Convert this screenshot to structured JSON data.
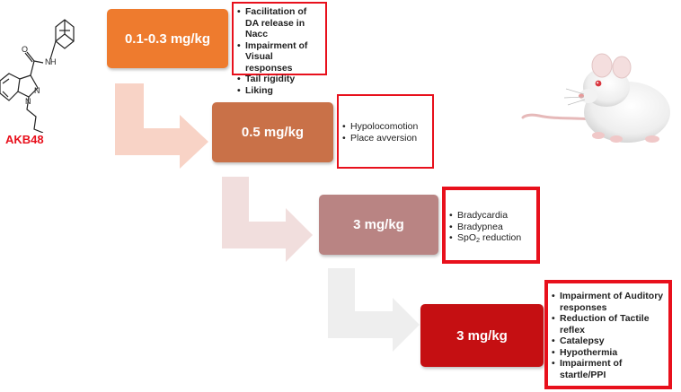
{
  "drug": {
    "name": "AKB48",
    "structure_icon": "molecule-structure-icon",
    "atom_labels": [
      "O",
      "N",
      "H",
      "N",
      "N"
    ]
  },
  "stages": [
    {
      "dose": "0.1-0.3 mg/kg",
      "color": "#ee7b2e",
      "effects": [
        "Facilitation of DA release in Nacc",
        "Impairment of Visual responses",
        "Tail rigidity",
        "Liking"
      ]
    },
    {
      "dose": "0.5 mg/kg",
      "color": "#c97148",
      "effects": [
        "Hypolocomotion",
        "Place avversion"
      ]
    },
    {
      "dose": "3 mg/kg",
      "color": "#b98483",
      "effects": [
        "Bradycardia",
        "Bradypnea"
      ],
      "spo2": {
        "prefix": "SpO",
        "sub": "2",
        "suffix": " reduction"
      }
    },
    {
      "dose": "3 mg/kg",
      "color": "#c50f12",
      "effects": [
        "Impairment of Auditory responses",
        "Reduction of Tactile reflex",
        "Catalepsy",
        "Hypothermia",
        "Impairment of startle/PPI"
      ]
    }
  ],
  "colors": {
    "border_red": "#e8101c",
    "arrow_1": "#f8d3c6",
    "arrow_2": "#f1dedd",
    "arrow_3": "#eeeeee"
  },
  "decor": {
    "animal": "rat-icon"
  }
}
